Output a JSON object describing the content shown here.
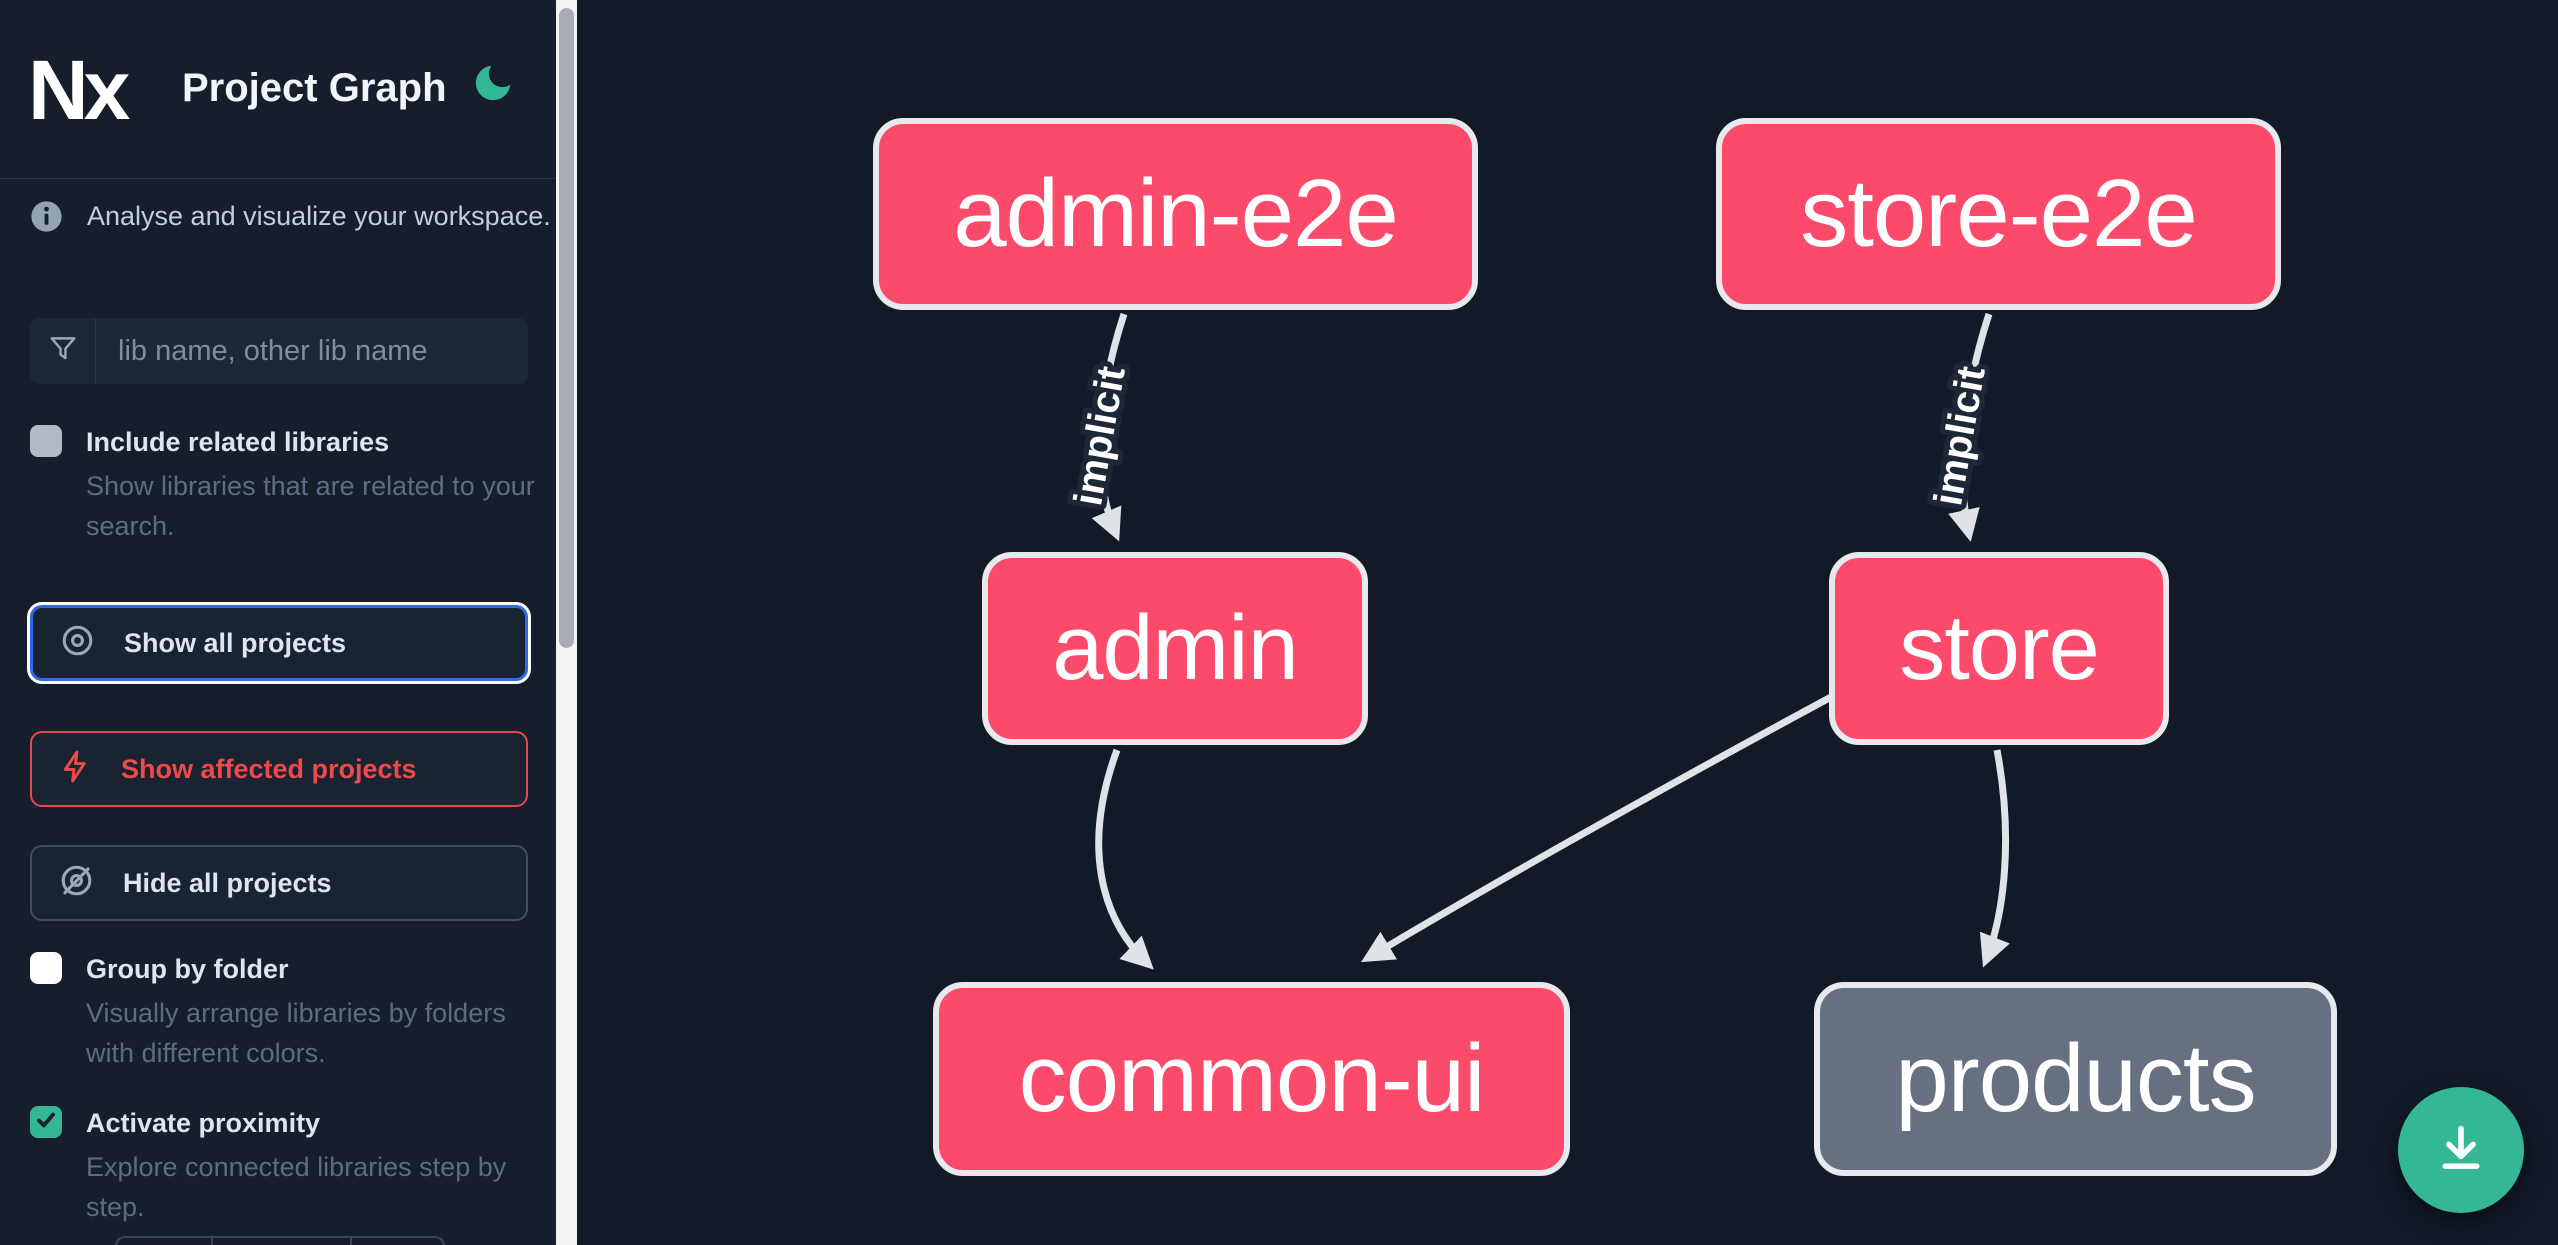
{
  "colors": {
    "accent_green": "#34b795",
    "affected_node_pink": "#fb4a6a",
    "default_node_gray": "#667081",
    "edge_gray": "#dfe3e8",
    "focus_blue": "#2e6be5",
    "danger_red": "#ef4a4a",
    "sidebar_bg": "#161e2c",
    "canvas_bg": "#121a28"
  },
  "header": {
    "logo_text": "Nx",
    "title": "Project Graph"
  },
  "sidebar": {
    "intro": "Analyse and visualize your workspace.",
    "search": {
      "placeholder": "lib name, other lib name",
      "value": ""
    },
    "options": [
      {
        "label": "Include related libraries",
        "description": "Show libraries that are related to your search.",
        "checked": false
      },
      {
        "label": "Group by folder",
        "description": "Visually arrange libraries by folders with different colors.",
        "checked": false
      },
      {
        "label": "Activate proximity",
        "description": "Explore connected libraries step by step.",
        "checked": true
      }
    ],
    "buttons": [
      {
        "label": "Show all projects",
        "icon": "eye-icon",
        "state": "focused"
      },
      {
        "label": "Show affected projects",
        "icon": "bolt-icon",
        "state": "danger"
      },
      {
        "label": "Hide all projects",
        "icon": "eye-off-icon",
        "state": "normal"
      }
    ]
  },
  "graph": {
    "nodes": [
      {
        "label": "admin-e2e",
        "type": "affected"
      },
      {
        "label": "store-e2e",
        "type": "affected"
      },
      {
        "label": "admin",
        "type": "affected"
      },
      {
        "label": "store",
        "type": "affected"
      },
      {
        "label": "common-ui",
        "type": "affected"
      },
      {
        "label": "products",
        "type": "default"
      }
    ],
    "edges": [
      {
        "from": "admin-e2e",
        "to": "admin",
        "label": "implicit"
      },
      {
        "from": "store-e2e",
        "to": "store",
        "label": "implicit"
      },
      {
        "from": "admin",
        "to": "common-ui",
        "label": ""
      },
      {
        "from": "store",
        "to": "common-ui",
        "label": ""
      },
      {
        "from": "store",
        "to": "products",
        "label": ""
      }
    ]
  },
  "fab": {
    "icon": "download-icon"
  }
}
